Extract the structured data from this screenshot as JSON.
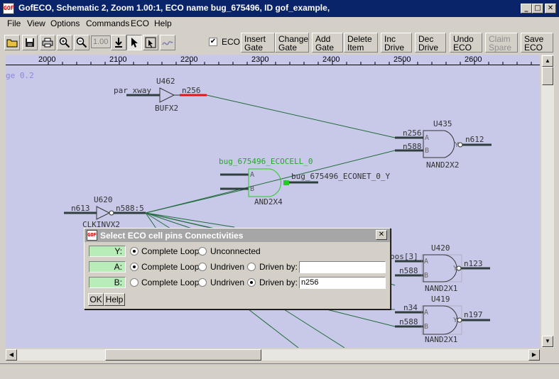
{
  "window": {
    "title": "GofECO, Schematic 2, Zoom 1.00:1, ECO name bug_675496, ID gof_example,",
    "app_icon_text": "GOF",
    "minimize": "_",
    "maximize": "□",
    "close": "✕"
  },
  "menu": [
    "File",
    "View",
    "Options",
    "Commands",
    "ECO",
    "Help"
  ],
  "toolbar": {
    "icons": [
      "open-folder-icon",
      "save-disk-icon",
      "print-icon",
      "zoom-in-icon",
      "zoom-out-icon"
    ],
    "zoom_value": "1.00",
    "eco_checked": "✔",
    "eco_label": "ECO",
    "buttons": [
      {
        "label": "Insert\nGate",
        "enabled": true
      },
      {
        "label": "Change\nGate",
        "enabled": true
      },
      {
        "label": "Add\nGate",
        "enabled": true
      },
      {
        "label": "Delete\nItem",
        "enabled": true
      },
      {
        "label": "Inc\nDrive",
        "enabled": true
      },
      {
        "label": "Dec\nDrive",
        "enabled": true
      },
      {
        "label": "Undo\nECO",
        "enabled": true
      },
      {
        "label": "Claim\nSpare",
        "enabled": false
      },
      {
        "label": "Save\nECO",
        "enabled": true
      }
    ]
  },
  "ruler": [
    "2000",
    "2100",
    "2200",
    "2300",
    "2400",
    "2500",
    "2600"
  ],
  "schematic": {
    "page_label": "ge 0.2",
    "colors": {
      "background": "#c8c8e8",
      "wire": "#1f6b3a",
      "bus": "#2f3f3f",
      "eco": "#22cc22",
      "highlight": "#ee1111",
      "text": "#333333",
      "eco_text": "#22aa22"
    },
    "texts": {
      "u462": "U462",
      "bufx2": "BUFX2",
      "par_xway": "par_xway",
      "n256_top": "n256",
      "u435": "U435",
      "nand2x2": "NAND2X2",
      "n256_b": "n256",
      "n588_b": "n588",
      "n612": "n612",
      "pin_a": "A",
      "pin_b": "B",
      "pin_y": "Y",
      "eco_cell": "bug_675496_ECOCELL_0",
      "eco_net": "bug_675496_ECONET_0_Y",
      "and2x4": "AND2X4",
      "u620": "U620",
      "n613": "n613",
      "n588_5": "n588:5",
      "clkinvx2": "CLKINVX2",
      "u420": "U420",
      "pos3": "pos[3]",
      "n588_u420": "n588",
      "n123": "n123",
      "nand2x1_a": "NAND2X1",
      "u419": "U419",
      "n34": "n34",
      "n588_u419": "n588",
      "n197": "n197",
      "nand2x1_b": "NAND2X1"
    }
  },
  "dialog": {
    "title": "Select ECO cell pins Connectivities",
    "icon_text": "GOF",
    "close": "✕",
    "rows": [
      {
        "pin": "Y:",
        "opt1": "Complete Loop",
        "opt2": "Unconnected",
        "selected": 1
      },
      {
        "pin": "A:",
        "opt1": "Complete Loop",
        "opt2": "Undriven",
        "opt3": "Driven by:",
        "value": "",
        "selected": 1
      },
      {
        "pin": "B:",
        "opt1": "Complete Loop",
        "opt2": "Undriven",
        "opt3": "Driven by:",
        "value": "n256",
        "selected": 3
      }
    ],
    "ok": "OK",
    "help": "Help"
  },
  "scroll": {
    "up": "▲",
    "down": "▼",
    "left": "◀",
    "right": "▶"
  }
}
